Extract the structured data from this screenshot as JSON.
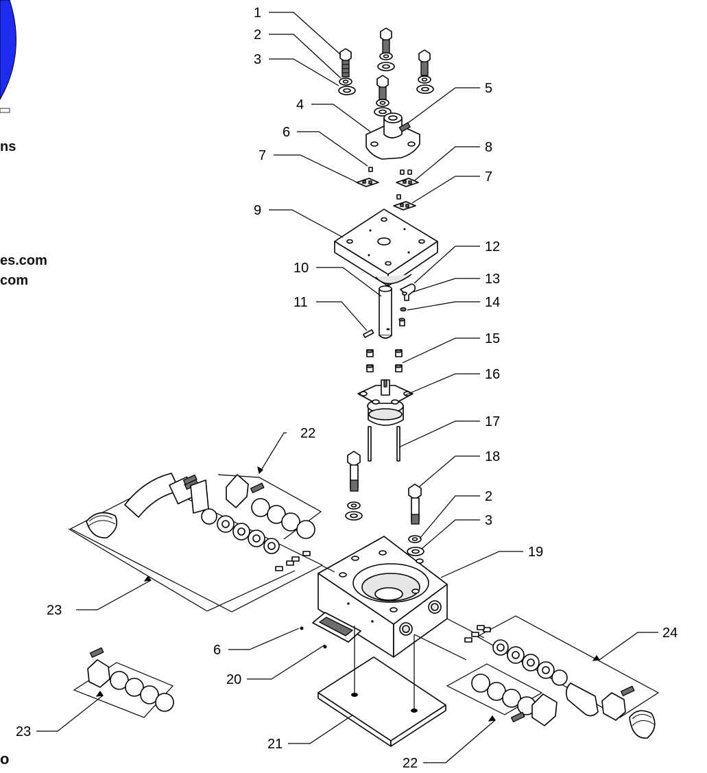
{
  "side_text": {
    "line1": "ns",
    "line2": "es.com",
    "line3": "com",
    "line4": "o"
  },
  "logo_color": "#1d2cf0",
  "callouts": [
    {
      "id": "c1",
      "label": "1"
    },
    {
      "id": "c2a",
      "label": "2"
    },
    {
      "id": "c3a",
      "label": "3"
    },
    {
      "id": "c4",
      "label": "4"
    },
    {
      "id": "c5",
      "label": "5"
    },
    {
      "id": "c6a",
      "label": "6"
    },
    {
      "id": "c7a",
      "label": "7"
    },
    {
      "id": "c8",
      "label": "8"
    },
    {
      "id": "c7b",
      "label": "7"
    },
    {
      "id": "c9",
      "label": "9"
    },
    {
      "id": "c10",
      "label": "10"
    },
    {
      "id": "c11",
      "label": "11"
    },
    {
      "id": "c12",
      "label": "12"
    },
    {
      "id": "c13",
      "label": "13"
    },
    {
      "id": "c14",
      "label": "14"
    },
    {
      "id": "c15",
      "label": "15"
    },
    {
      "id": "c16",
      "label": "16"
    },
    {
      "id": "c17",
      "label": "17"
    },
    {
      "id": "c22a",
      "label": "22"
    },
    {
      "id": "c18",
      "label": "18"
    },
    {
      "id": "c2b",
      "label": "2"
    },
    {
      "id": "c3b",
      "label": "3"
    },
    {
      "id": "c19",
      "label": "19"
    },
    {
      "id": "c23a",
      "label": "23"
    },
    {
      "id": "c24",
      "label": "24"
    },
    {
      "id": "c6b",
      "label": "6"
    },
    {
      "id": "c20",
      "label": "20"
    },
    {
      "id": "c23b",
      "label": "23"
    },
    {
      "id": "c21",
      "label": "21"
    },
    {
      "id": "c22b",
      "label": "22"
    }
  ]
}
